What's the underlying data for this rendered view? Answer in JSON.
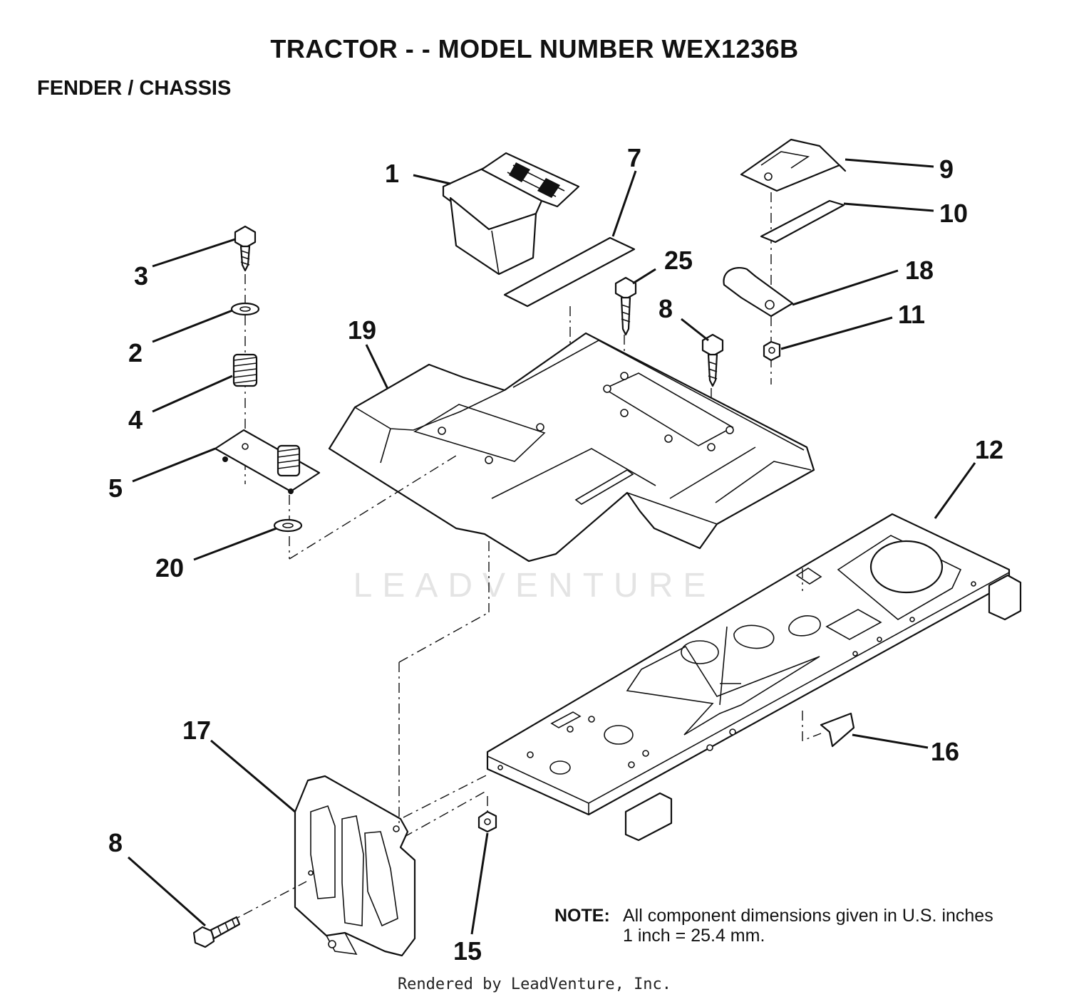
{
  "header": {
    "title": "TRACTOR - - MODEL NUMBER WEX1236B",
    "subtitle": "FENDER / CHASSIS"
  },
  "watermark": "LEADVENTURE",
  "callouts": [
    "1",
    "7",
    "9",
    "10",
    "25",
    "18",
    "8",
    "11",
    "3",
    "2",
    "19",
    "4",
    "5",
    "20",
    "12",
    "16",
    "17",
    "8",
    "15"
  ],
  "note": {
    "label": "NOTE:",
    "line1": "All component dimensions given in U.S. inches",
    "line2": "1 inch = 25.4 mm."
  },
  "footer": "Rendered by LeadVenture, Inc."
}
